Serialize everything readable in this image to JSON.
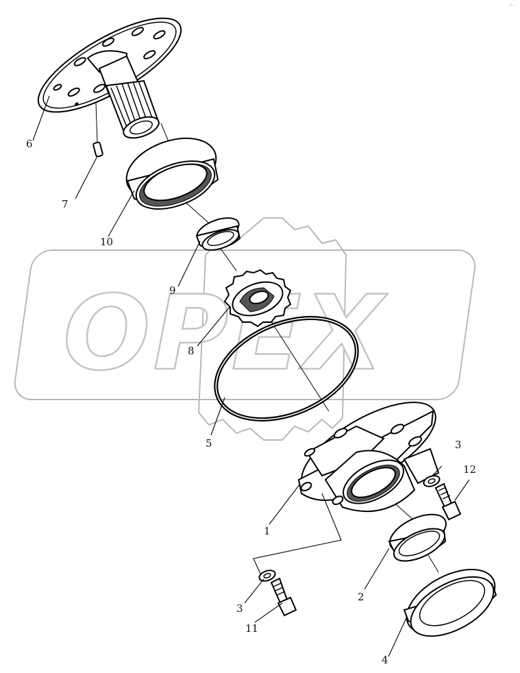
{
  "watermark": {
    "text": "OPEX"
  },
  "corner_mark": "·°··",
  "callouts": {
    "c1": "1",
    "c2": "2",
    "c3a": "3",
    "c3b": "3",
    "c4": "4",
    "c5": "5",
    "c6": "6",
    "c7": "7",
    "c8": "8",
    "c9": "9",
    "c10": "10",
    "c11": "11",
    "c12": "12"
  }
}
